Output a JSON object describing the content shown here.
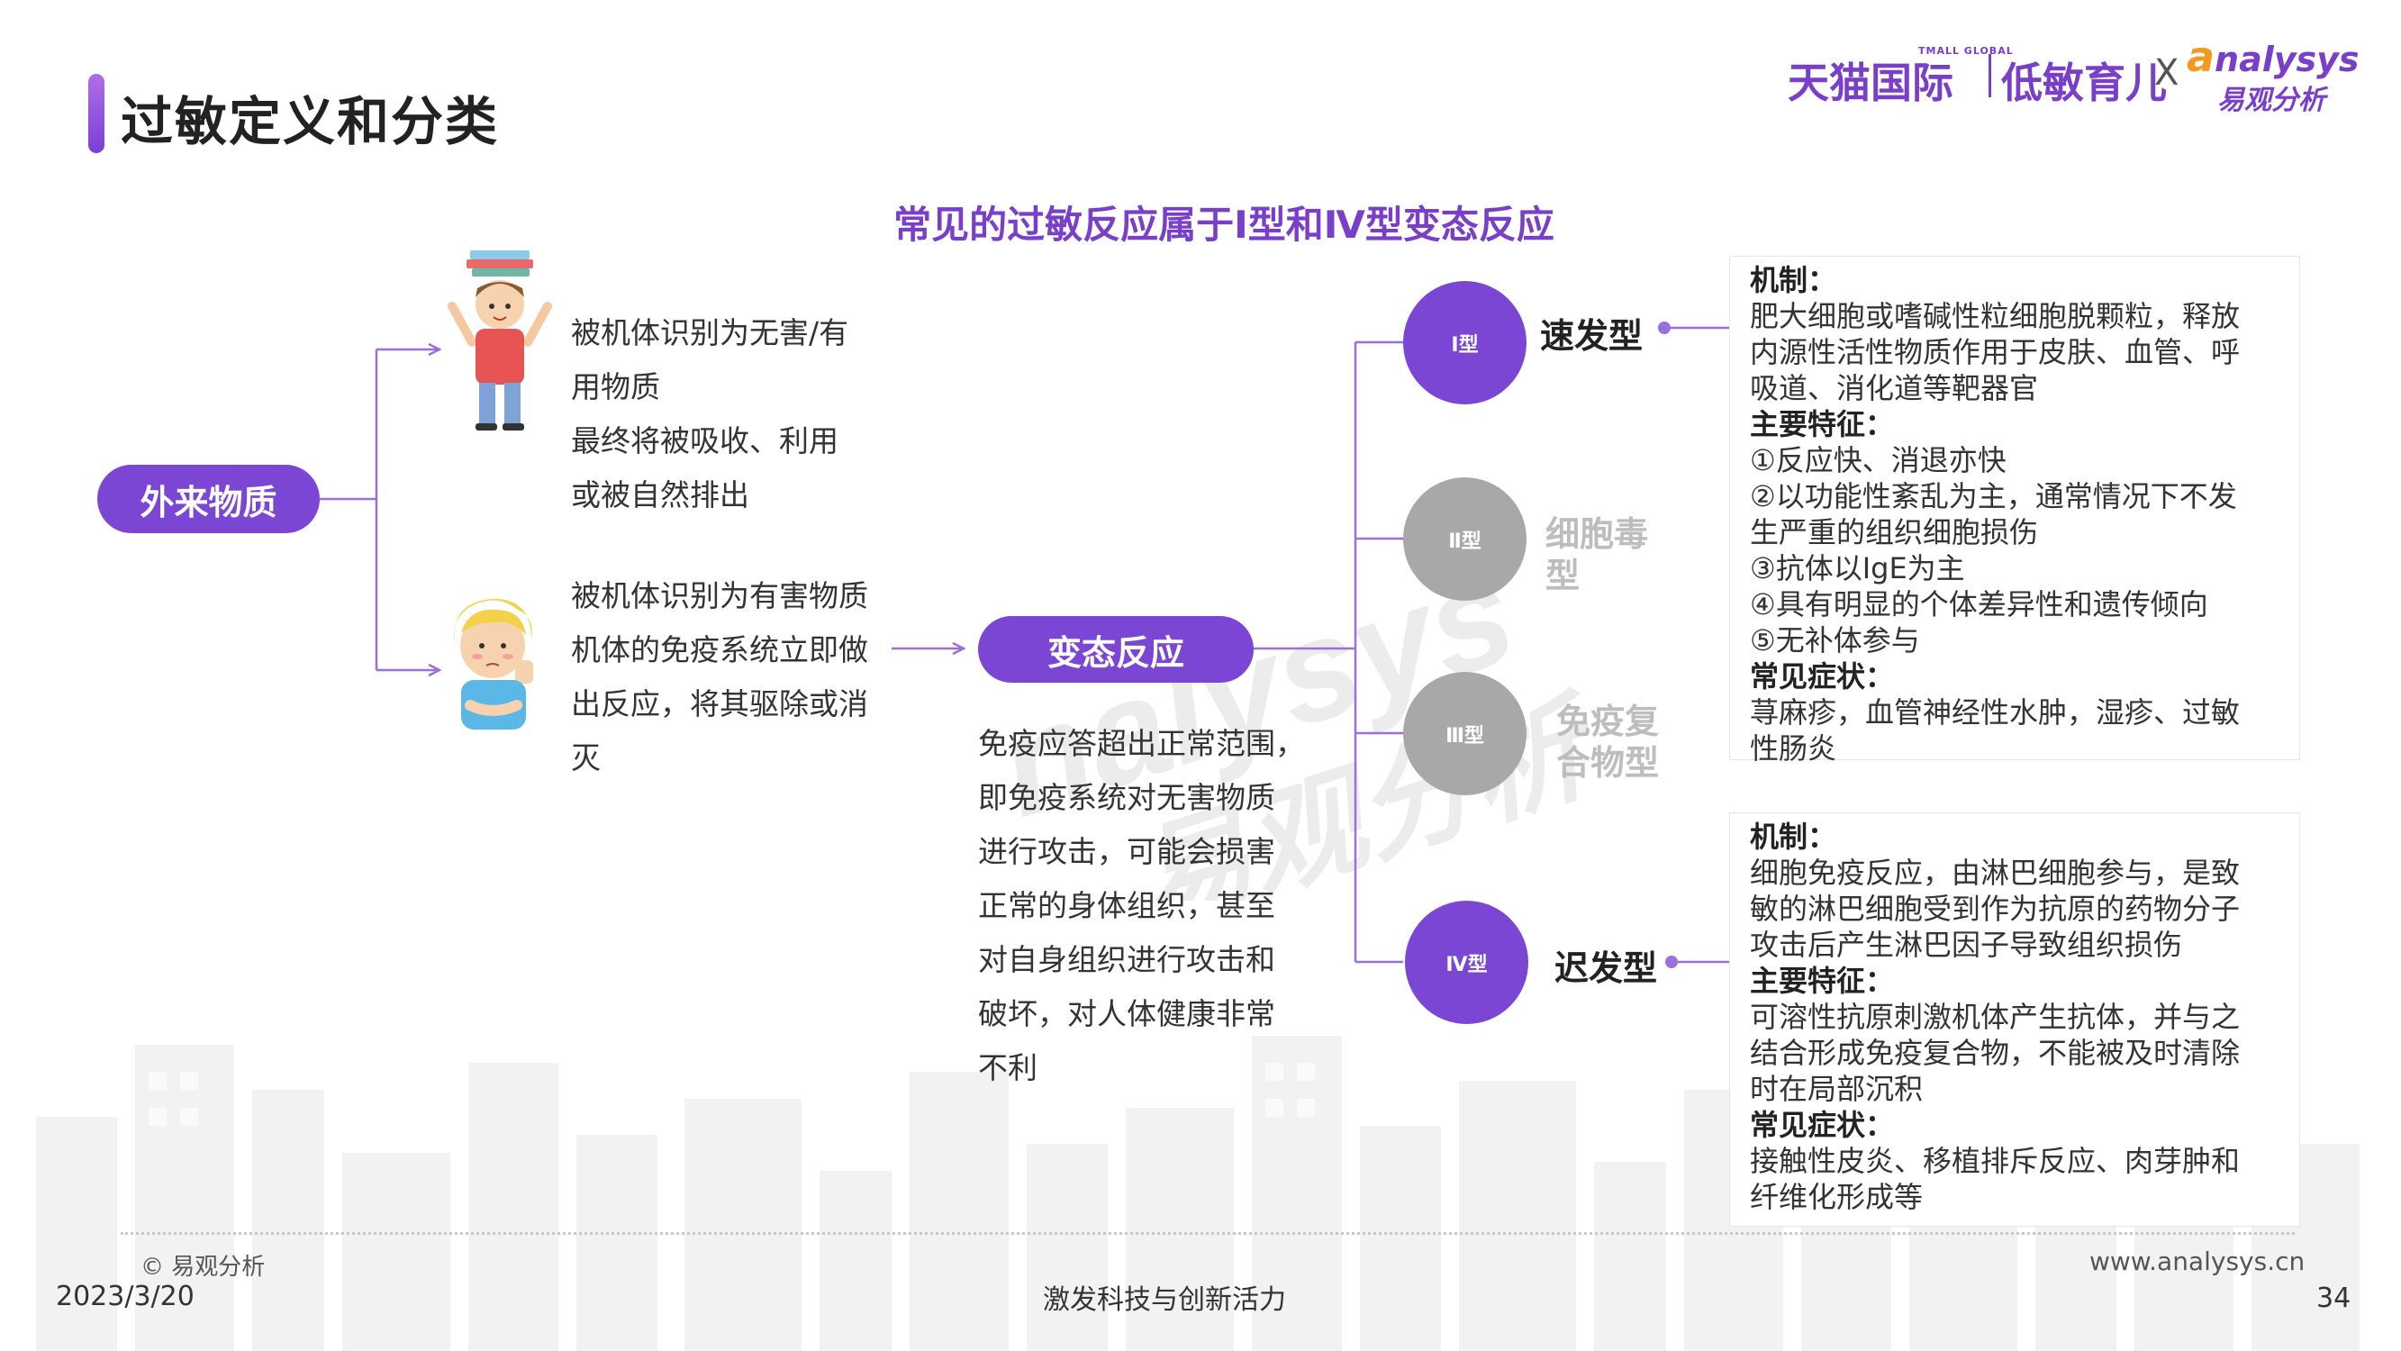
{
  "header": {
    "title": "过敏定义和分类",
    "brand_tmall_small": "TMALL GLOBAL",
    "brand_tmall": "天猫国际",
    "brand_campaign": "低敏育儿",
    "brand_x": "X",
    "brand_analysys_a": "a",
    "brand_analysys": "nalysys",
    "brand_analysys_cn": "易观分析"
  },
  "subtitle": "常见的过敏反应属于Ⅰ型和Ⅳ型变态反应",
  "left": {
    "source_pill": "外来物质",
    "harmless_lines": [
      "被机体识别为无害/有",
      "用物质",
      "最终将被吸收、利用",
      "或被自然排出"
    ],
    "harmful_lines": [
      "被机体识别为有害物质",
      "机体的免疫系统立即做",
      "出反应，将其驱除或消",
      "灭"
    ]
  },
  "center": {
    "reaction_pill": "变态反应",
    "description_lines": [
      "免疫应答超出正常范围，",
      "即免疫系统对无害物质",
      "进行攻击，可能会损害",
      "正常的身体组织，甚至",
      "对自身组织进行攻击和",
      "破坏，对人体健康非常",
      "不利"
    ]
  },
  "types": [
    {
      "badge": "Ⅰ型",
      "label": "速发型",
      "highlight": true
    },
    {
      "badge": "Ⅱ型",
      "label_lines": [
        "细胞毒",
        "型"
      ],
      "highlight": false
    },
    {
      "badge": "Ⅲ型",
      "label_lines": [
        "免疫复",
        "合物型"
      ],
      "highlight": false
    },
    {
      "badge": "Ⅳ型",
      "label": "迟发型",
      "highlight": true
    }
  ],
  "box_type1": [
    {
      "text": "机制：",
      "head": true
    },
    {
      "text": "肥大细胞或嗜碱性粒细胞脱颗粒，释放",
      "head": false
    },
    {
      "text": "内源性活性物质作用于皮肤、血管、呼",
      "head": false
    },
    {
      "text": "吸道、消化道等靶器官",
      "head": false
    },
    {
      "text": "主要特征：",
      "head": true
    },
    {
      "text": "①反应快、消退亦快",
      "head": false
    },
    {
      "text": "②以功能性紊乱为主，通常情况下不发",
      "head": false
    },
    {
      "text": "生严重的组织细胞损伤",
      "head": false
    },
    {
      "text": "③抗体以IgE为主",
      "head": false
    },
    {
      "text": "④具有明显的个体差异性和遗传倾向",
      "head": false
    },
    {
      "text": "⑤无补体参与",
      "head": false
    },
    {
      "text": "常见症状：",
      "head": true
    },
    {
      "text": "荨麻疹，血管神经性水肿，湿疹、过敏",
      "head": false
    },
    {
      "text": "性肠炎",
      "head": false
    }
  ],
  "box_type4": [
    {
      "text": "机制：",
      "head": true
    },
    {
      "text": "细胞免疫反应，由淋巴细胞参与，是致",
      "head": false
    },
    {
      "text": "敏的淋巴细胞受到作为抗原的药物分子",
      "head": false
    },
    {
      "text": "攻击后产生淋巴因子导致组织损伤",
      "head": false
    },
    {
      "text": "主要特征：",
      "head": true
    },
    {
      "text": "可溶性抗原刺激机体产生抗体，并与之",
      "head": false
    },
    {
      "text": "结合形成免疫复合物，不能被及时清除",
      "head": false
    },
    {
      "text": "时在局部沉积",
      "head": false
    },
    {
      "text": "常见症状：",
      "head": true
    },
    {
      "text": "接触性皮炎、移植排斥反应、肉芽肿和",
      "head": false
    },
    {
      "text": "纤维化形成等",
      "head": false
    }
  ],
  "watermark": {
    "latin": "nalysys",
    "cn": "易观分析"
  },
  "footer": {
    "copyright": "© 易观分析",
    "date": "2023/3/20",
    "slogan": "激发科技与创新活力",
    "url": "www.analysys.cn",
    "page": "34"
  },
  "colors": {
    "accent": "#7b46d4",
    "brand": "#7a3fc9",
    "orange": "#f39a1c",
    "gray": "#a8a8a8"
  }
}
